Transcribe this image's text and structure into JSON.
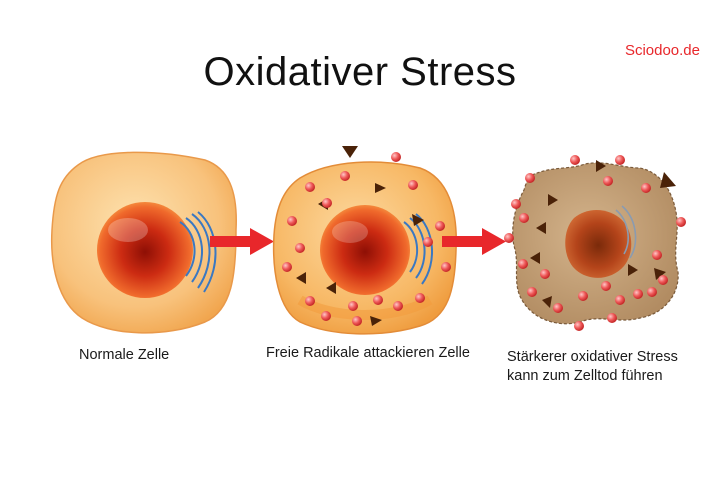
{
  "title": "Oxidativer Stress",
  "brand": "Sciodoo.de",
  "captions": [
    "Normale Zelle",
    "Freie Radikale attackieren Zelle",
    "Stärkerer oxidativer Stress kann zum Zelltod führen"
  ],
  "colors": {
    "cell_fill": "#f7c07a",
    "damaged_cell_fill": "#c5a27a",
    "nucleus": "#d7301a",
    "radical_red": "#e84a4a",
    "radical_dark": "#5a2a10",
    "arrow": "#e8272b",
    "organelle_blue": "#3a78c2"
  },
  "icons": [
    "cell",
    "nucleus",
    "golgi-apparatus",
    "free-radical-dot",
    "free-radical-triangle",
    "arrow-right"
  ]
}
